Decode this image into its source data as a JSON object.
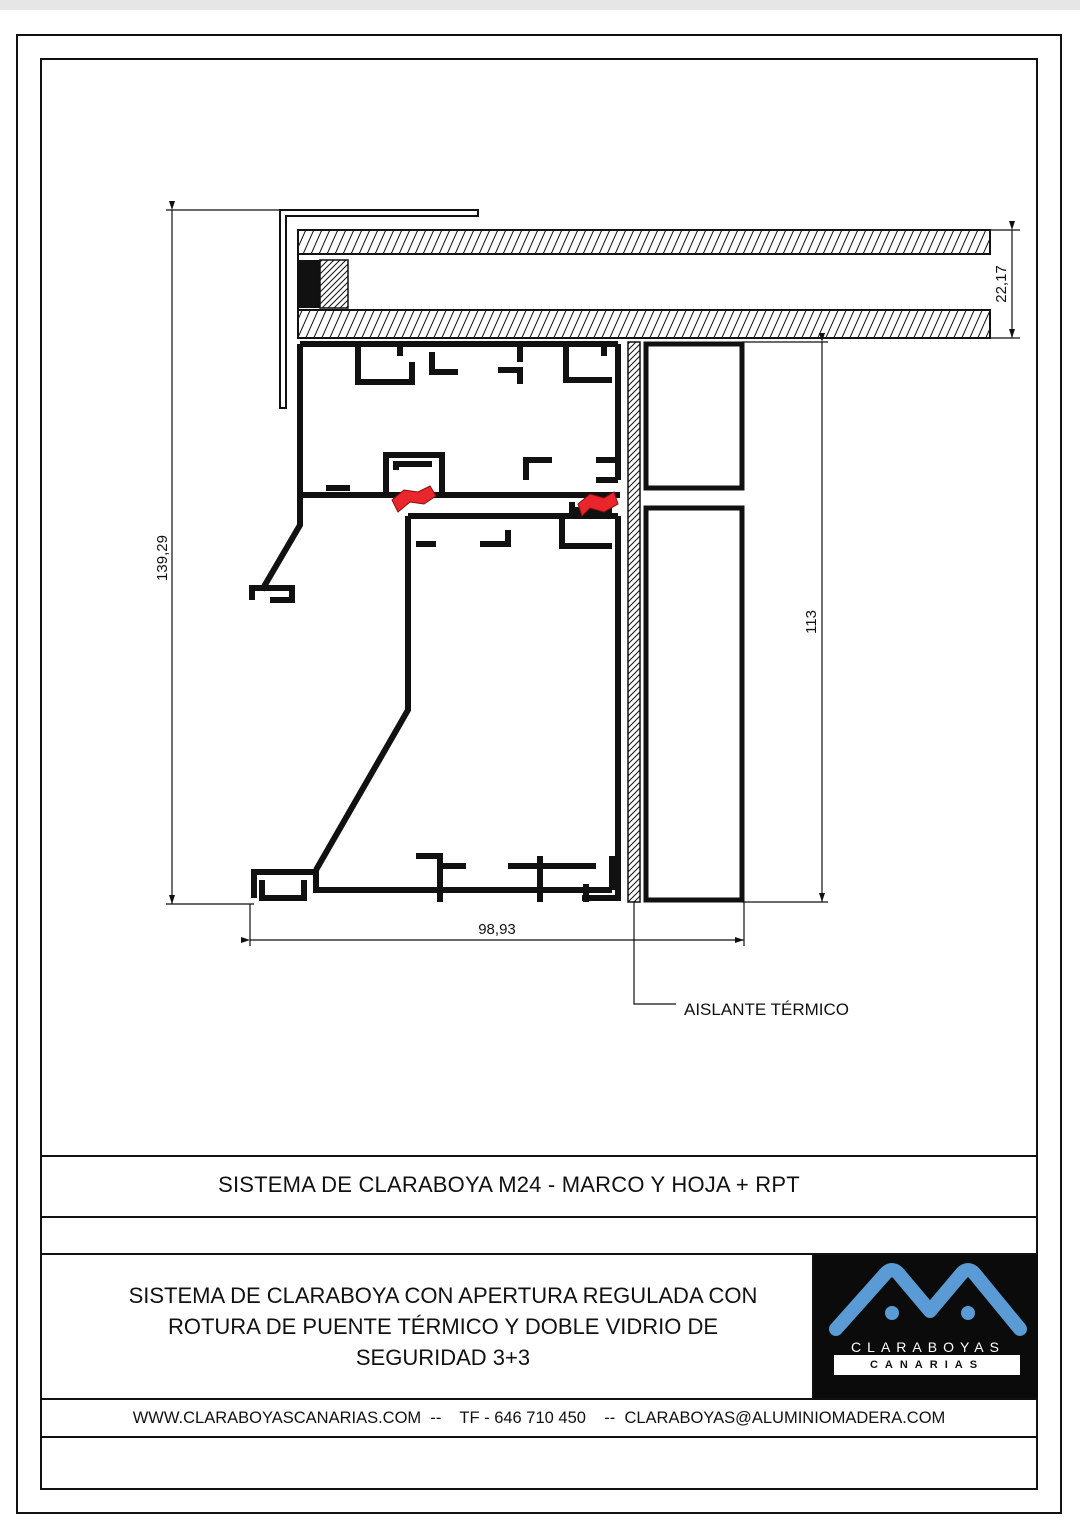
{
  "drawing": {
    "dim_total_height": "139,29",
    "dim_glass": "22,17",
    "dim_inner_height": "113",
    "dim_width": "98,93",
    "label_insulation": "AISLANTE TÉRMICO"
  },
  "title_block": {
    "title": "SISTEMA DE CLARABOYA M24 - MARCO Y HOJA + RPT",
    "description_lines": [
      "SISTEMA DE CLARABOYA CON APERTURA REGULADA CON",
      "ROTURA DE PUENTE TÉRMICO Y DOBLE VIDRIO DE",
      "SEGURIDAD 3+3"
    ],
    "footer": "WWW.CLARABOYASCANARIAS.COM  --    TF - 646 710 450    --  CLARABOYAS@ALUMINIOMADERA.COM"
  },
  "logo": {
    "name": "CLARABOYAS",
    "region": "CANARIAS",
    "accent_color": "#5b9bd5",
    "background": "#0b0b0b",
    "icon": "mountain-peaks-icon"
  },
  "colors": {
    "line": "#111111",
    "gasket": "#e8262b"
  }
}
